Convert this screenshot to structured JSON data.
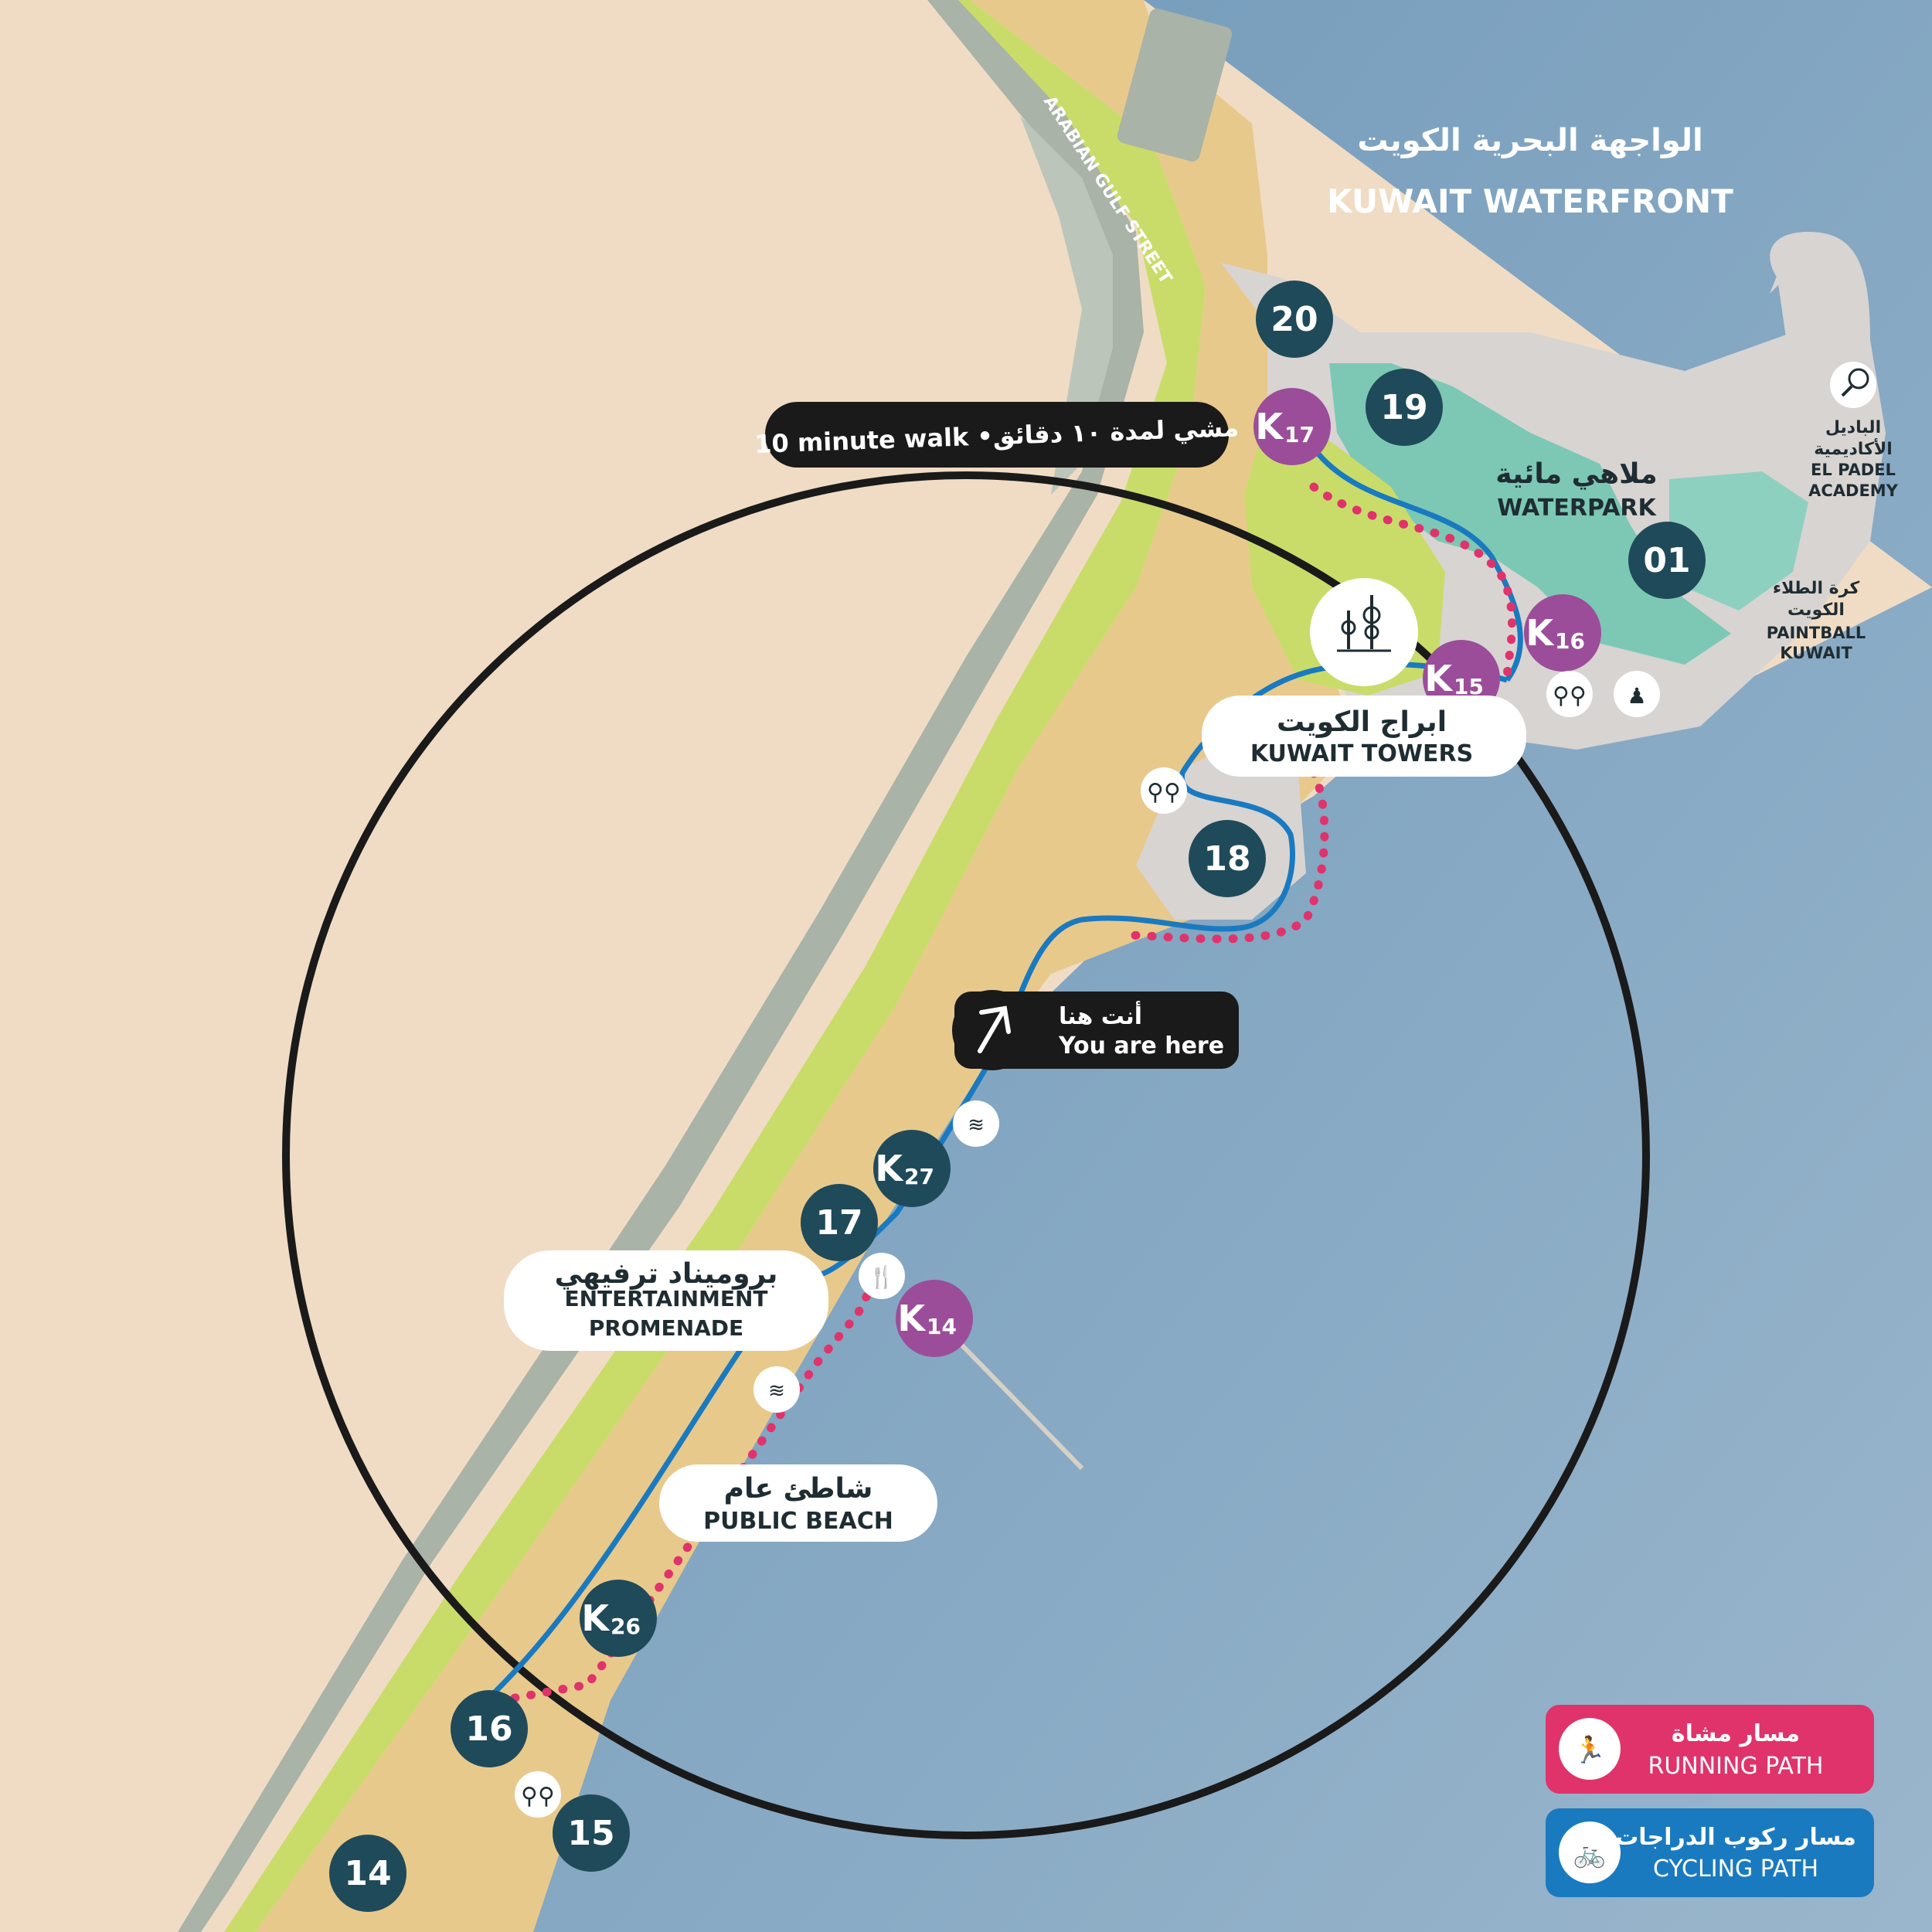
{
  "title": {
    "ar": "الواجهة البحرية الكويت",
    "en": "KUWAIT WATERFRONT"
  },
  "street_label": "ARABIAN GULF STREET",
  "walk_ring_label": "10 minute walk  •مشي لمدة ١٠ دقائق",
  "you_are_here": {
    "ar": "أنت هنا",
    "en": "You are here"
  },
  "places": {
    "waterpark": {
      "ar": "ملاهي مائية",
      "en": "WATERPARK"
    },
    "padel": {
      "ar1": "البادیل",
      "ar2": "الأكاديمية",
      "en1": "EL PADEL",
      "en2": "ACADEMY"
    },
    "paintball": {
      "ar1": "كرة الطلاء",
      "ar2": "الكويت",
      "en1": "PAINTBALL",
      "en2": "KUWAIT"
    },
    "towers": {
      "ar": "ابراج الكويت",
      "en": "KUWAIT TOWERS"
    },
    "promenade": {
      "ar": "بروميناد ترفيهي",
      "en1": "ENTERTAINMENT",
      "en2": "PROMENADE"
    },
    "beach": {
      "ar": "شاطئ عام",
      "en": "PUBLIC BEACH"
    }
  },
  "markers": {
    "m20": "20",
    "m19": "19",
    "m01": "01",
    "m18": "18",
    "m17": "17",
    "m16": "16",
    "m15": "15",
    "m14": "14"
  },
  "k_markers": {
    "k17": "17",
    "k16": "16",
    "k15": "15",
    "k14": "14",
    "k27": "27",
    "k26": "26",
    "k_letter": "K"
  },
  "legend": {
    "running": {
      "ar": "مسار مشاة",
      "en": "RUNNING PATH"
    },
    "cycling": {
      "ar": "مسار ركوب الدراجات",
      "en": "CYCLING PATH"
    }
  },
  "colors": {
    "sand": "#f0dcc4",
    "sea": "#7ea3c1",
    "beach": "#e8c98c",
    "grass": "#c9dc6a",
    "road": "#a9b3a8",
    "marker": "#1f4a5a",
    "k_marker": "#9b4d9a",
    "running": "#e0336b",
    "cycling": "#1a7ac0",
    "waterpark": "#7cc8b4"
  }
}
